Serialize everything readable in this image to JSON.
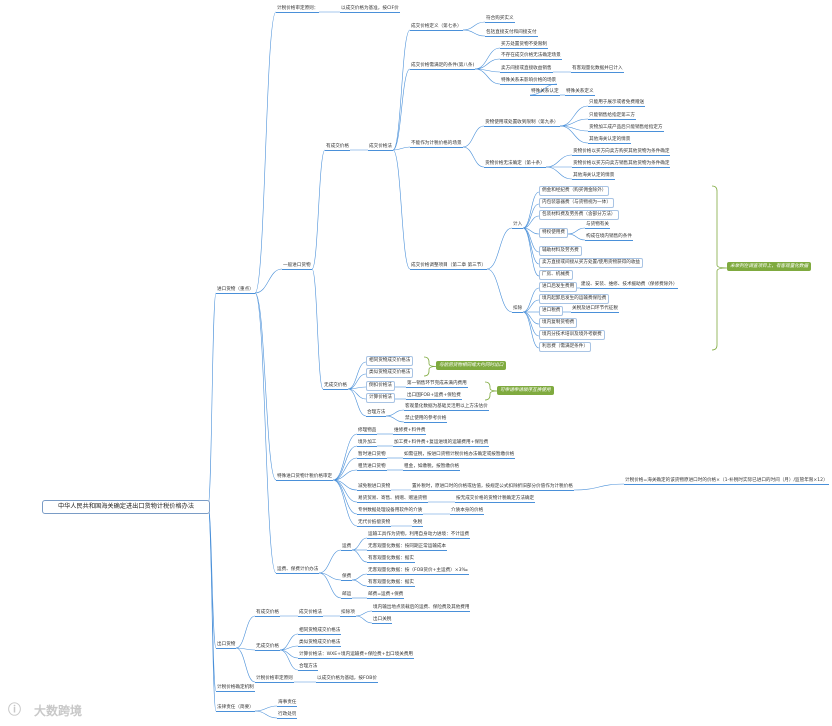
{
  "root": "中华人民共和国海关确定进出口货物计税价格办法",
  "nodes": {
    "l1_import": "进口货物（重点）",
    "l1_export": "出口货物",
    "l1_calc": "计税价格确定机制",
    "l1_legal": "法律责任（简要）",
    "audit_principle": "计税价格审定原则：",
    "audit_principle_txt": "以成交价格为基准，按CIF价",
    "general_import": "一般进口货物",
    "has_tx": "有成交价格",
    "tx_method": "成交价格法",
    "def7": "成交价格定义（第七条）",
    "def7_a": "符合购买实义",
    "def7_b": "包括直接支付和间接支付",
    "cond8": "成交价格需满足的条件(第八条)",
    "cond8_a": "买方处置货物不受限制",
    "cond8_b": "不存在成交价格无法确定场景",
    "cond8_c": "卖方间接或直接收益销售",
    "cond8_c2": "有客观量化数据并已计入",
    "cond8_d": "特殊关系未影响价格的场景",
    "cond8_e": "特殊关系认定",
    "cond8_e2": "特殊关系定义",
    "not_tx": "不能作为计税价格的场景",
    "restr9": "货物使用或处置收到限制（第九条）",
    "restr9_a": "只能用于展示或者免费赠送",
    "restr9_b": "只能销售给指定第三方",
    "restr9_c": "货物加工成产品后只能销售给指定方",
    "restr9_d": "其他海关认定的情景",
    "cant10": "货物价格无法确定（第十条）",
    "cant10_a": "货物价格以买方向卖方购买其他货物为条件确定",
    "cant10_b": "货物价格以买方向卖方销售其他货物为条件确定",
    "cant10_c": "其他海关认定的情景",
    "adjust": "成交价格调整项目（第二章 第三节）",
    "add": "计入",
    "add_1": "佣金和经纪费（购买佣金除外）",
    "add_2": "内包装容器费（与货物视为一体）",
    "add_3": "包装材料费及劳务费（含部分方法）",
    "add_4": "特权使用费",
    "add_4a": "与货物有关",
    "add_4b": "构成在境内销售的条件",
    "add_5": "辅助材料及劳务费",
    "add_6": "卖方直接或间接从买方处置/使用货物获得的收益",
    "add_7": "厂房、机械费",
    "deduct": "扣除",
    "ded_1": "进口后发生费用",
    "ded_1b": "建设、安装、维修、技术援助费（保修费除外）",
    "ded_2": "境内起卸后发生的运输费保险费",
    "ded_3": "进口税费",
    "ded_3b": "关税及进口环节代征税",
    "ded_4": "境内复制货物费",
    "ded_5": "境内分技术培训及境外考察费",
    "ded_6": "利息费（需满足条件）",
    "no_tx": "无成交价格",
    "nt_1": "相同货物成交价格法",
    "nt_2": "类似货物成交价格法",
    "nt_3": "倒扣价格法",
    "nt_3b": "第一销售环节完成未满内费用",
    "nt_4": "计算价格法",
    "nt_4b": "出口国FOB+运费+保险费",
    "nt_5": "合理方法",
    "nt_5a": "客观量化数据为基础灵活用以上方法估价",
    "nt_5b": "禁止使用的参考价格",
    "special": "特殊进口货物计税价格审定",
    "sp_1": "修理物品",
    "sp_1b": "维修费+料件费",
    "sp_2": "境外加工",
    "sp_2b": "加工费+料件费+复运进境的运输费用+保险费",
    "sp_3": "暂时进口货物",
    "sp_3b": "如需征税，按进口货物计税价格办法确定或按暂缴价格",
    "sp_4": "租赁进口货物",
    "sp_4b": "租金，如缴税，按暂缴价格",
    "sp_5": "减免税进口货物",
    "sp_5b": "置补税时，原进口时的价格或估值，按规定公式扣除折旧部分价值作为计税价格",
    "sp_5c": "计税价格=海关确定的该货物原进口时的价格×（1-补税时实际已进口的时间（月）/监管年限×12）",
    "sp_6": "易货贸易、寄售、捐赠、赠送货物",
    "sp_6b": "按无成交价格的货物计税确定方法确定",
    "sp_7": "专供数据处理设备用软件的介质",
    "sp_7b": "介质本身的价格",
    "sp_8": "无代价抵偿货物",
    "sp_8b": "免税",
    "freight": "运费、保费计价办法",
    "fr_1": "运费",
    "fr_1a": "运输工具作为货物，利用自身动力进境：不计运费",
    "fr_1b": "无客观量化数据：按同期正常运输成本",
    "fr_1c": "有客观量化数据：据实",
    "fr_2": "保费",
    "fr_2a": "无客观量化数据：按（FOB货价+主运费）×3‰",
    "fr_2b": "有客观量化数据：据实",
    "fr_3": "邮运",
    "fr_3a": "邮费=运费+保费",
    "ex_has": "有成交价格",
    "ex_tx": "成交价格法",
    "ex_ded": "扣除项",
    "ex_ded_a": "境内输出地点装载后的运费、保险费及其他费用",
    "ex_ded_b": "出口关税",
    "ex_no": "无成交价格",
    "ex_n1": "相同货物成交价格法",
    "ex_n2": "类似货物成交价格法",
    "ex_n3": "计算价格法：WXE+境内运输费+保险费+出口境关费用",
    "ex_n4": "合理方法",
    "ex_principle": "计税价格审定原则",
    "ex_principle_txt": "以成交价格为基础，按FOB价",
    "legal_1": "海事责任",
    "legal_2": "行政处罚"
  },
  "notes": {
    "note_adjust": "未举列在调查项目上，有客观量化数据",
    "note_order": "与前后货物相同或大约同时出口",
    "note_swap": "可申请申请顺序互换使用"
  },
  "colors": {
    "line": "#4a90d9",
    "note_bg": "#7faa3f",
    "note_line": "#7faa3f"
  },
  "logo": {
    "mark": "ⓘ",
    "name": "大数跨境"
  }
}
